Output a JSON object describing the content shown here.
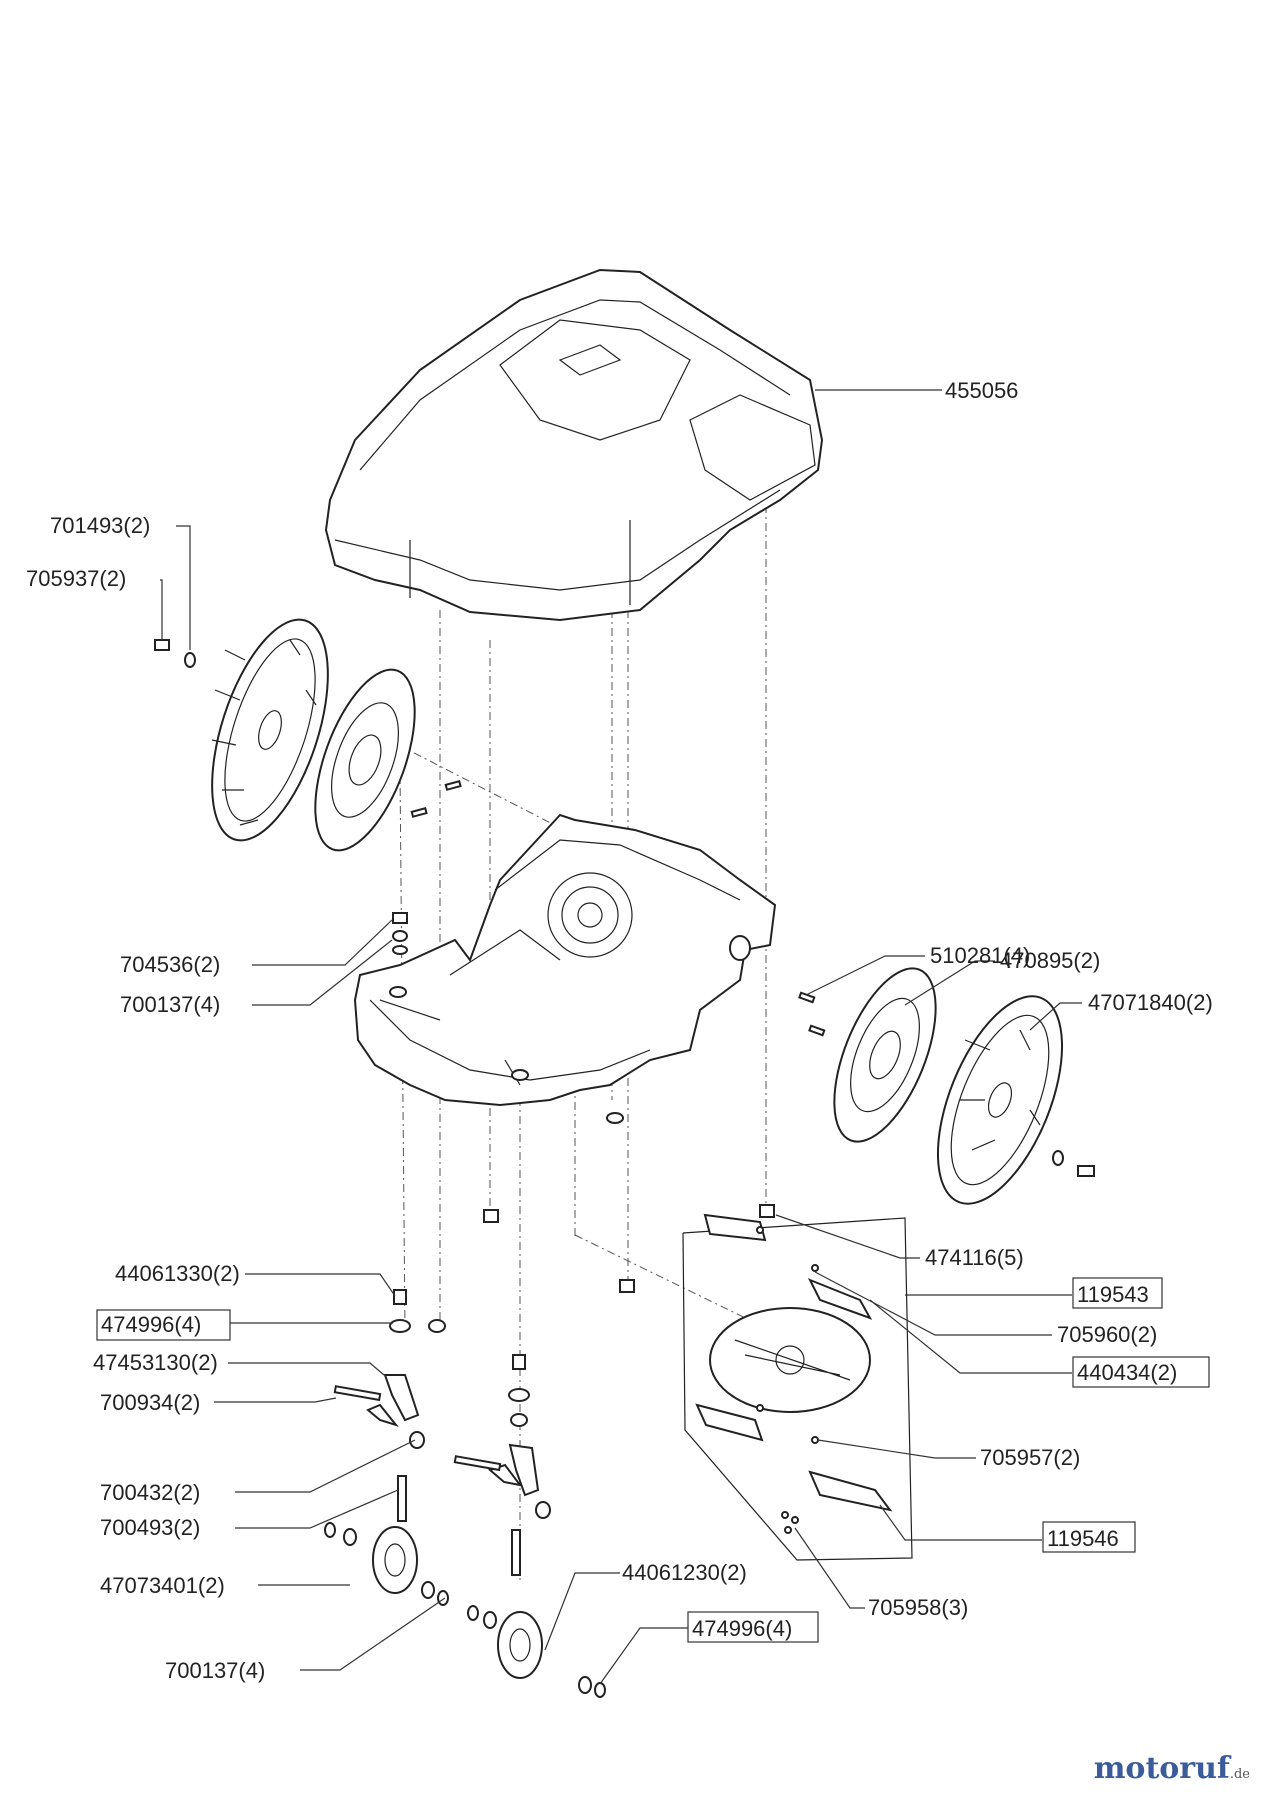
{
  "labels": {
    "l455056": "455056",
    "l701493": "701493(2)",
    "l705937": "705937(2)",
    "l704536": "704536(2)",
    "l700137a": "700137(4)",
    "l510281": "510281(4)",
    "l470895": "470895(2)",
    "l47071840": "47071840(2)",
    "l474116": "474116(5)",
    "l119543": "119543",
    "l705960": "705960(2)",
    "l440434": "440434(2)",
    "l44061330": "44061330(2)",
    "l474996a": "474996(4)",
    "l47453130": "47453130(2)",
    "l700934": "700934(2)",
    "l705957": "705957(2)",
    "l700432": "700432(2)",
    "l700493": "700493(2)",
    "l119546": "119546",
    "l47073401": "47073401(2)",
    "l44061230": "44061230(2)",
    "l474996b": "474996(4)",
    "l705958": "705958(3)",
    "l700137b": "700137(4)"
  },
  "branding": {
    "name": "motoruf",
    "suffix": ".de"
  }
}
